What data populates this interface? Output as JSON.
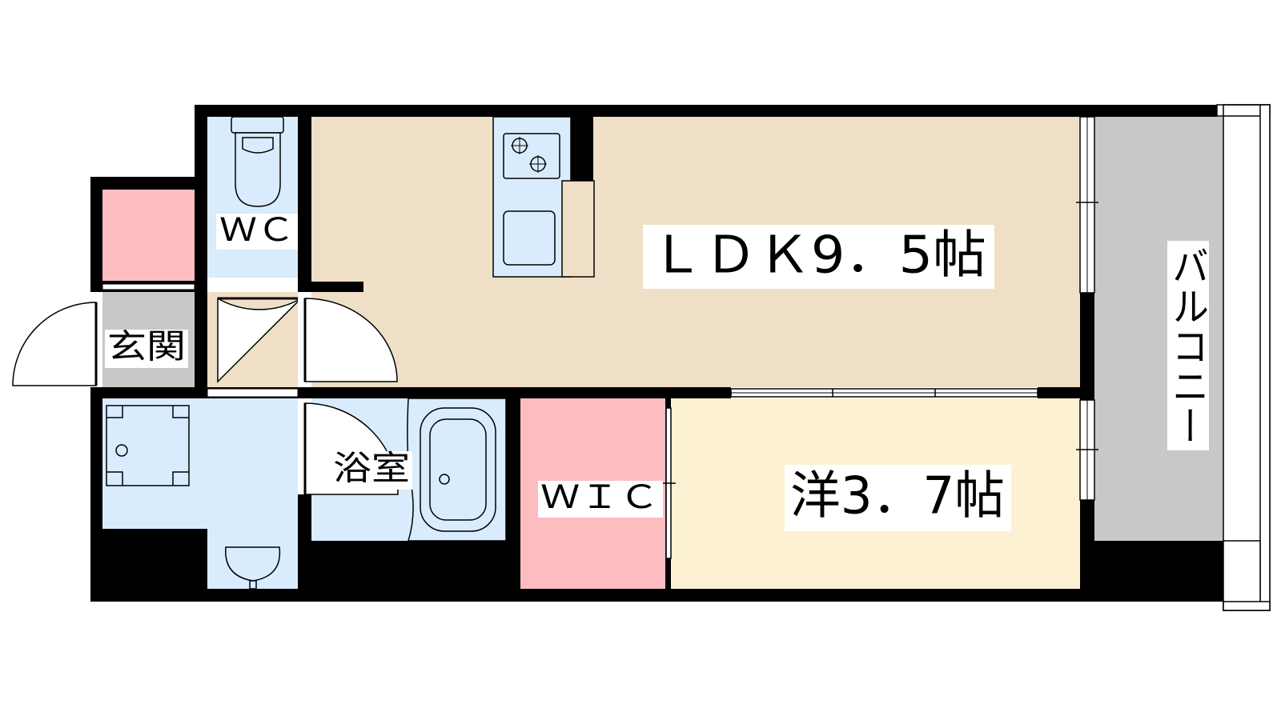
{
  "colors": {
    "wall": "#000000",
    "ldk_floor": "#efdfc6",
    "western_room_floor": "#fdf1d4",
    "wet_area_floor": "#d9ecfe",
    "storage_floor": "#fcbdc1",
    "entrance_floor": "#c8c8c8",
    "balcony_floor": "#c8c8c8",
    "label_background": "#ffffff"
  },
  "rooms": {
    "ldk": {
      "label": "ＬＤＫ9．5帖"
    },
    "western_room": {
      "label": "洋3．7帖"
    },
    "walk_in_closet": {
      "label": "ＷＩＣ"
    },
    "toilet": {
      "label": "ＷＣ"
    },
    "bathroom": {
      "label": "浴室"
    },
    "entrance": {
      "label": "玄関"
    },
    "balcony": {
      "label": "バルコニー"
    }
  },
  "fixtures": {
    "stove": "two-burner-stove-icon",
    "sink": "kitchen-sink-icon",
    "toilet": "toilet-icon",
    "bathtub": "bathtub-icon",
    "washbasin": "washbasin-icon",
    "washer": "washing-machine-pan-icon"
  }
}
